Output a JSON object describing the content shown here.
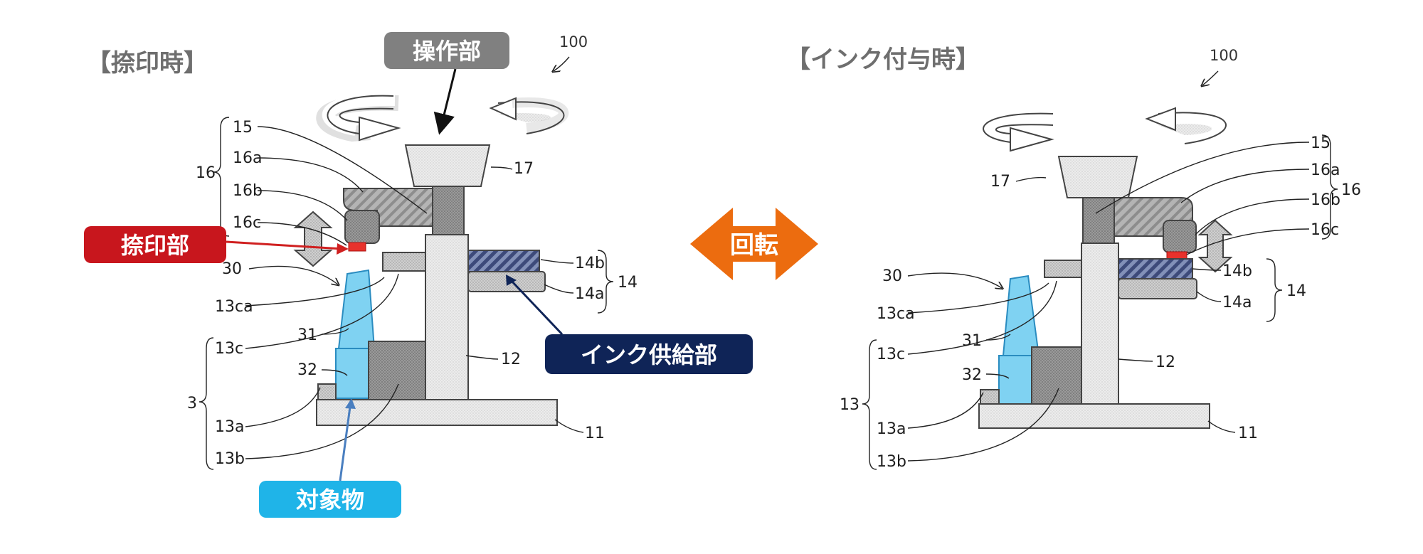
{
  "left_diagram": {
    "header": "【捺印時】",
    "ref": "100",
    "labels": {
      "l15": "15",
      "l16": "16",
      "l16a": "16a",
      "l16b": "16b",
      "l16c": "16c",
      "l17": "17",
      "l30": "30",
      "l13ca": "13ca",
      "l13c": "13c",
      "l31": "31",
      "l32": "32",
      "l3": "3",
      "l13a": "13a",
      "l13b": "13b",
      "l12": "12",
      "l11": "11",
      "l14": "14",
      "l14a": "14a",
      "l14b": "14b"
    }
  },
  "right_diagram": {
    "header": "【インク付与時】",
    "ref": "100",
    "labels": {
      "l15": "15",
      "l16": "16",
      "l16a": "16a",
      "l16b": "16b",
      "l16c": "16c",
      "l17": "17",
      "l30": "30",
      "l13ca": "13ca",
      "l13c": "13c",
      "l31": "31",
      "l32": "32",
      "l13": "13",
      "l13a": "13a",
      "l13b": "13b",
      "l12": "12",
      "l11": "11",
      "l14": "14",
      "l14a": "14a",
      "l14b": "14b"
    }
  },
  "callouts": {
    "operation": "操作部",
    "stamp": "捺印部",
    "ink_supply": "インク供給部",
    "target": "対象物",
    "rotate": "回転"
  },
  "colors": {
    "operation_box": "#808080",
    "stamp_box": "#c8161d",
    "ink_box": "#0f2457",
    "target_box": "#1fb4e8",
    "rotate_arrow": "#ec6c0f",
    "target_object": "#7fd2f2",
    "stamp_tip": "#e8322c"
  },
  "icons": [
    "rotation-arrow-icon",
    "vertical-double-arrow-icon",
    "rotate-double-arrow-icon"
  ]
}
